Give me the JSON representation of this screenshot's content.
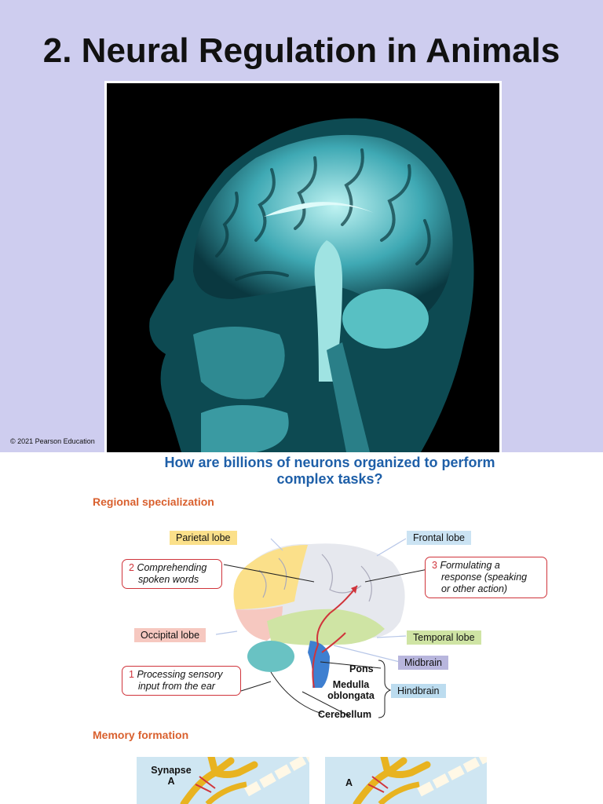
{
  "slide": {
    "title": "2. Neural Regulation in Animals",
    "copyright": "© 2021 Pearson Education"
  },
  "figure": {
    "question": "How are billions of neurons organized to perform complex tasks?",
    "regional_heading": "Regional specialization",
    "memory_heading": "Memory formation",
    "labels": {
      "parietal": "Parietal lobe",
      "frontal": "Frontal lobe",
      "occipital": "Occipital lobe",
      "temporal": "Temporal lobe",
      "midbrain": "Midbrain",
      "hindbrain": "Hindbrain",
      "pons": "Pons",
      "medulla_line1": "Medulla",
      "medulla_line2": "oblongata",
      "cerebellum": "Cerebellum"
    },
    "steps": [
      {
        "num": "1",
        "line1": "Processing sensory",
        "line2": "input from the ear"
      },
      {
        "num": "2",
        "line1": "Comprehending",
        "line2": "spoken words"
      },
      {
        "num": "3",
        "line1": "Formulating a",
        "line2": "response (speaking",
        "line3": "or other action)"
      }
    ],
    "insets": {
      "left_line1": "Synapse",
      "left_line2": "A",
      "right_label": "A"
    }
  },
  "colors": {
    "slide_bg": "#cecdef",
    "question": "#1e5fa8",
    "section": "#d9602e",
    "step_border": "#d0343b"
  }
}
